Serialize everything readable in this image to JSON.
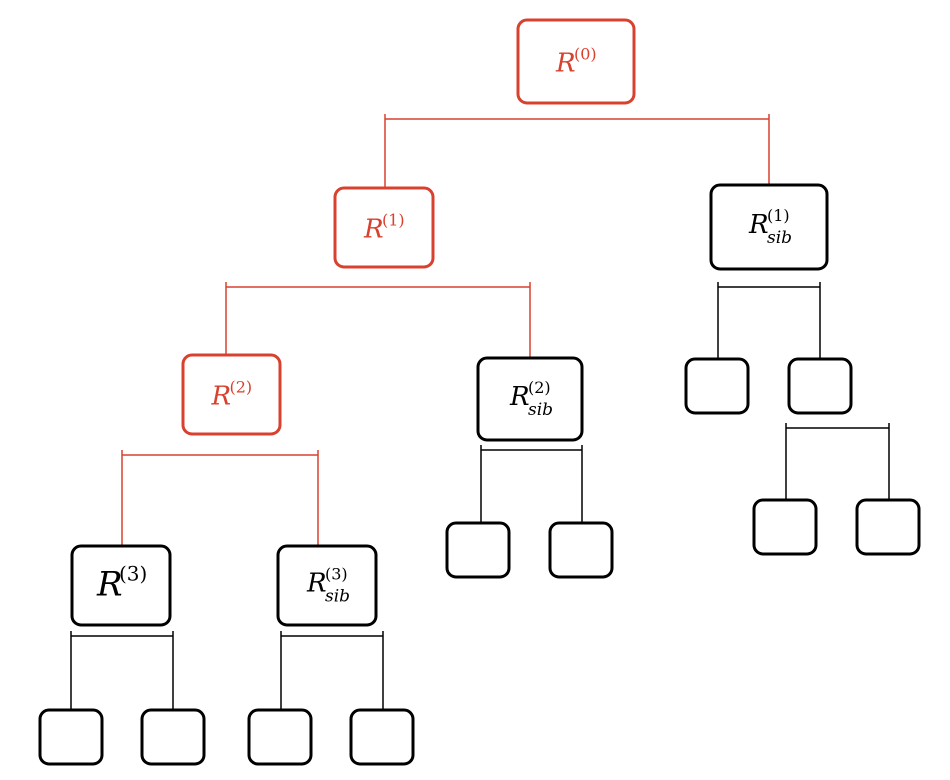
{
  "colors": {
    "path": "#d9412f",
    "default": "#000000",
    "background": "#ffffff"
  },
  "nodes": {
    "r0": {
      "base": "R",
      "sup": "(0)",
      "sub": "",
      "on_path": true
    },
    "r1": {
      "base": "R",
      "sup": "(1)",
      "sub": "",
      "on_path": true
    },
    "rsib1": {
      "base": "R",
      "sup": "(1)",
      "sub": "sib",
      "on_path": false
    },
    "r2": {
      "base": "R",
      "sup": "(2)",
      "sub": "",
      "on_path": true
    },
    "rsib2": {
      "base": "R",
      "sup": "(2)",
      "sub": "sib",
      "on_path": false
    },
    "r3": {
      "base": "R",
      "sup": "(3)",
      "sub": "",
      "on_path": false
    },
    "rsib3": {
      "base": "R",
      "sup": "(3)",
      "sub": "sib",
      "on_path": false
    },
    "l_r3_a": {
      "base": "",
      "sup": "",
      "sub": "",
      "on_path": false
    },
    "l_r3_b": {
      "base": "",
      "sup": "",
      "sub": "",
      "on_path": false
    },
    "l_rs3_a": {
      "base": "",
      "sup": "",
      "sub": "",
      "on_path": false
    },
    "l_rs3_b": {
      "base": "",
      "sup": "",
      "sub": "",
      "on_path": false
    },
    "l_rs2_a": {
      "base": "",
      "sup": "",
      "sub": "",
      "on_path": false
    },
    "l_rs2_b": {
      "base": "",
      "sup": "",
      "sub": "",
      "on_path": false
    },
    "l_rs1_a": {
      "base": "",
      "sup": "",
      "sub": "",
      "on_path": false
    },
    "l_rs1_b": {
      "base": "",
      "sup": "",
      "sub": "",
      "on_path": false
    },
    "l_rs1_b_a": {
      "base": "",
      "sup": "",
      "sub": "",
      "on_path": false
    },
    "l_rs1_b_b": {
      "base": "",
      "sup": "",
      "sub": "",
      "on_path": false
    }
  },
  "edges": [
    {
      "parent": "r0",
      "children": [
        "r1",
        "rsib1"
      ],
      "on_path": true
    },
    {
      "parent": "r1",
      "children": [
        "r2",
        "rsib2"
      ],
      "on_path": true
    },
    {
      "parent": "r2",
      "children": [
        "r3",
        "rsib3"
      ],
      "on_path": true
    },
    {
      "parent": "r3",
      "children": [
        "l_r3_a",
        "l_r3_b"
      ],
      "on_path": false
    },
    {
      "parent": "rsib3",
      "children": [
        "l_rs3_a",
        "l_rs3_b"
      ],
      "on_path": false
    },
    {
      "parent": "rsib2",
      "children": [
        "l_rs2_a",
        "l_rs2_b"
      ],
      "on_path": false
    },
    {
      "parent": "rsib1",
      "children": [
        "l_rs1_a",
        "l_rs1_b"
      ],
      "on_path": false
    },
    {
      "parent": "l_rs1_b",
      "children": [
        "l_rs1_b_a",
        "l_rs1_b_b"
      ],
      "on_path": false
    }
  ]
}
